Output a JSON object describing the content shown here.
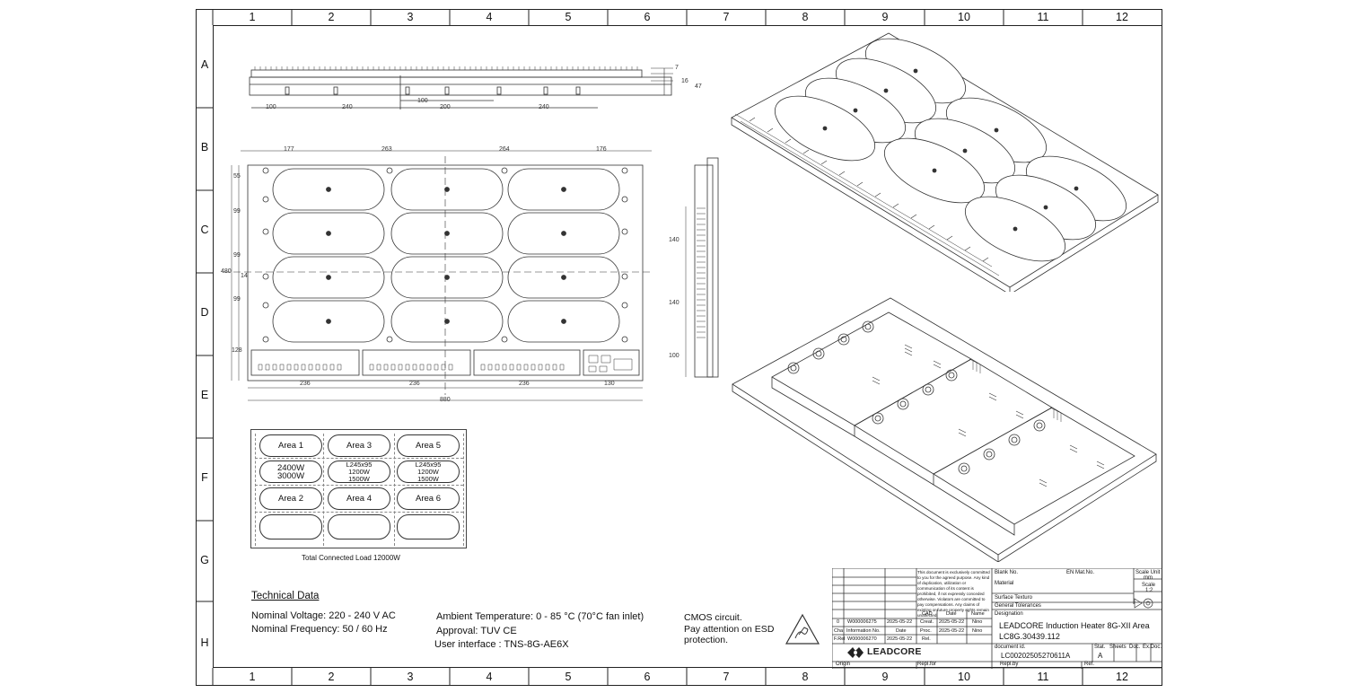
{
  "frame": {
    "columns": [
      "1",
      "2",
      "3",
      "4",
      "5",
      "6",
      "7",
      "8",
      "9",
      "10",
      "11",
      "12"
    ],
    "rows": [
      "A",
      "B",
      "C",
      "D",
      "E",
      "F",
      "G",
      "H"
    ]
  },
  "dimensions": {
    "top_view": [
      "100",
      "240",
      "100",
      "200",
      "240",
      "7",
      "16",
      "47"
    ],
    "plan_top": [
      "177",
      "263",
      "264",
      "176"
    ],
    "plan_left": [
      "55",
      "99",
      "99",
      "14",
      "99",
      "128",
      "480"
    ],
    "plan_bottom": [
      "236",
      "236",
      "236",
      "130",
      "880"
    ],
    "side_view": [
      "140",
      "140",
      "100"
    ]
  },
  "area_table": {
    "cells": [
      [
        "Area 1",
        "Area 3",
        "Area 5"
      ],
      [
        "2400W\n3000W",
        "L245x95\n1200W\n1500W",
        "L245x95\n1200W\n1500W"
      ],
      [
        "Area 2",
        "Area 4",
        "Area 6"
      ],
      [
        "",
        "",
        ""
      ]
    ],
    "total_load": "Total Connected Load 12000W"
  },
  "technical_data": {
    "title": "Technical Data",
    "nominal_voltage": "Nominal Voltage: 220 - 240 V AC",
    "nominal_frequency": "Nominal Frequency: 50 / 60 Hz",
    "ambient_temperature": "Ambient Temperature: 0 - 85 °C (70°C fan inlet)",
    "approval": "Approval: TUV  CE",
    "user_interface": "User interface : TNS-8G-AE6X"
  },
  "esd_note": {
    "line1": "CMOS circuit.",
    "line2": "Pay attention on ESD",
    "line3": "protection."
  },
  "title_block": {
    "revisions": [
      {
        "idx": "0",
        "number": "W000006275",
        "date": "2025-05-22"
      },
      {
        "idx": "Cha",
        "number": "Information No.",
        "date": "Date"
      },
      {
        "idx": "F.Rel",
        "number": "W000006270",
        "date": "2025-05-22"
      }
    ],
    "cad_head": [
      "CAD",
      "Date",
      "Name"
    ],
    "cad_rows": [
      {
        "role": "Creat.",
        "date": "2025-05-22",
        "name": "Nino"
      },
      {
        "role": "Proc.",
        "date": "2025-05-22",
        "name": "Nino"
      },
      {
        "role": "Rel.",
        "date": "",
        "name": ""
      }
    ],
    "confidential": "This document is exclusively committed to you for the agreed purpose. Any kind of duplication, utilization or communication of its content is prohibited, if not expressly conceded otherwise. Violators are committed to pay compensations. Any claims of existing or future property rights remain unaffected.",
    "blank_no": "Blank No.",
    "en_mat_no": "EN Mat.No.",
    "material": "Material",
    "scale_unit": "Scale Unit",
    "unit": "mm",
    "scale": "Scale",
    "scale_value": "1:2",
    "surface": "Surface Texturo",
    "tolerances": "General Tolerances",
    "designation": "Designation",
    "designation_line1": "LEADCORE Induction Heater 8G-XII Area",
    "designation_line2": "LC8G.30439.112",
    "document_id_label": "document id.",
    "document_id": "LC00202505270611A",
    "stat_label": "Stat.",
    "stat": "A",
    "sheets": "Sheets",
    "doc": "Doc.",
    "ex_doc": "Ex.Doc.",
    "logo": "LEADCORE",
    "origin": "Origin",
    "repl_for": "Repl.for",
    "repl_by": "Repl.by",
    "ref": "Ref."
  },
  "colors": {
    "line": "#222222",
    "logo_red": "#d8262b"
  },
  "icons": [
    "esd-warning-icon",
    "leadcore-logo-icon"
  ]
}
